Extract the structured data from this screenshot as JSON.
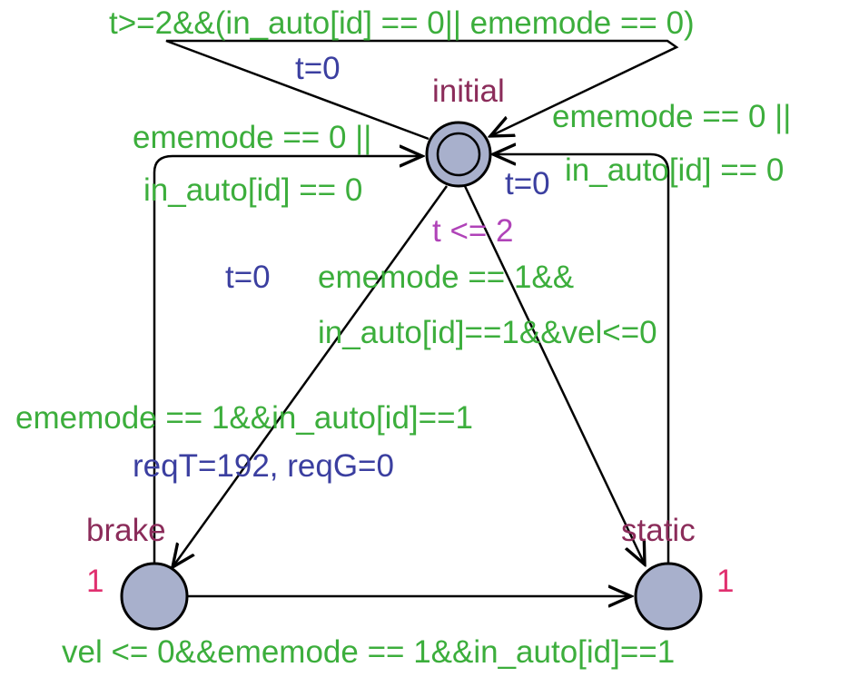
{
  "colors": {
    "guard": "#3cae3c",
    "assign": "#3b3fa0",
    "location_name": "#8b2c5a",
    "invariant": "#b043b8",
    "rate": "#e0306f",
    "node_fill": "#a8b0cc",
    "edge": "#000000"
  },
  "locations": {
    "initial": {
      "name": "initial",
      "invariant": "t <= 2"
    },
    "brake": {
      "name": "brake",
      "rate": "1"
    },
    "static": {
      "name": "static",
      "rate": "1"
    }
  },
  "edges": {
    "self_loop": {
      "guard": "t>=2&&(in_auto[id] == 0|| ememode == 0)",
      "assign": "t=0"
    },
    "brake_to_initial": {
      "guard_line1": "ememode == 0 ||",
      "guard_line2": "in_auto[id] == 0",
      "assign": "t=0"
    },
    "static_to_initial": {
      "guard_line1": "ememode == 0 ||",
      "guard_line2": "in_auto[id] == 0",
      "assign": "t=0"
    },
    "initial_to_brake": {
      "guard": "ememode == 1&&in_auto[id]==1",
      "assign": "reqT=192, reqG=0"
    },
    "initial_to_static": {
      "guard_line1": "ememode == 1&&",
      "guard_line2": "in_auto[id]==1&&vel<=0"
    },
    "brake_to_static": {
      "guard": "vel <= 0&&ememode == 1&&in_auto[id]==1"
    }
  }
}
